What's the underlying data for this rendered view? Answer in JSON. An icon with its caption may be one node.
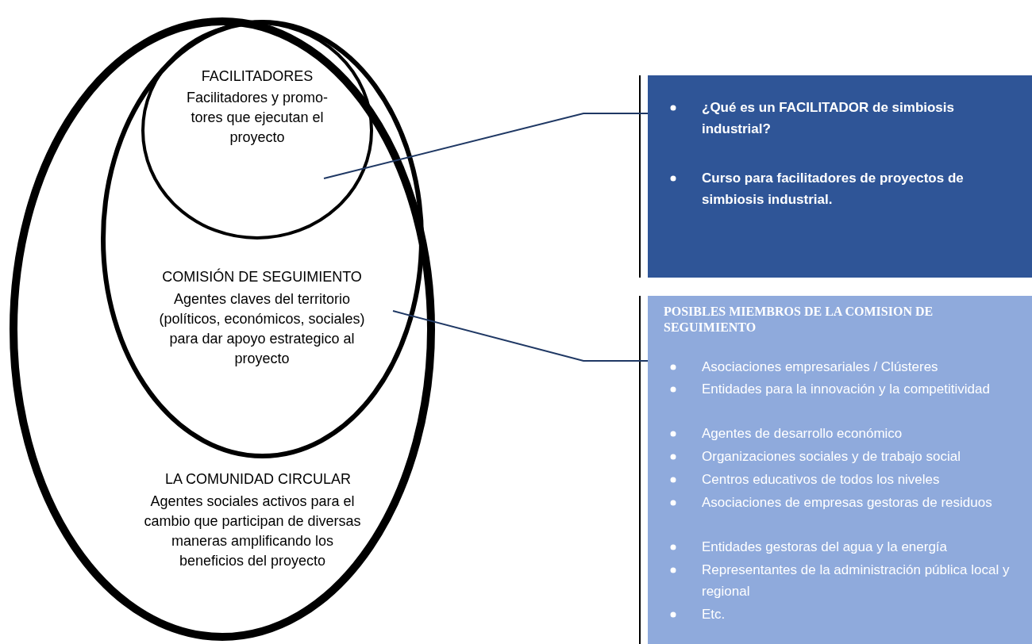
{
  "diagram": {
    "nodes": [
      {
        "text": [
          "LA COMUNIDAD CIRCULAR",
          "Agentes sociales activos para el cambio que participan de diversas maneras amplificando los beneficios del proyecto"
        ]
      },
      {
        "text": [
          "COMISIÓN DE SEGUIMIENTO",
          "Agentes claves del territorio (políticos, económicos, sociales) para dar apoyo estrategico al proyecto"
        ],
        "in": 0
      },
      {
        "text": [
          "FACILITADORES",
          "Facilitadores y promo-tores que ejecutan el proyecto"
        ],
        "in": 1
      },
      {
        "text": [
          "¿Qué es un FACILITADOR de simbiosis industrial?",
          "Curso para facilitadores de proyectos de simbiosis industrial."
        ]
      },
      {
        "text": [
          "POSIBLES MIEMBROS DE LA COMISION DE SEGUIMIENTO",
          "Asociaciones empresariales / Clústeres",
          "Entidades para la innovación y la competitividad",
          "Agentes de desarrollo económico",
          "Organizaciones sociales y de trabajo social",
          "Centros educativos de todos los niveles",
          "Asociaciones de empresas gestoras de residuos",
          "Entidades gestoras del agua y la energía",
          "Representantes de la administración pública local y regional",
          "Etc."
        ]
      }
    ],
    "edges": [
      {
        "from": 2,
        "to": 3,
        "arrow": "none"
      },
      {
        "from": 1,
        "to": 4,
        "arrow": "none"
      }
    ]
  }
}
